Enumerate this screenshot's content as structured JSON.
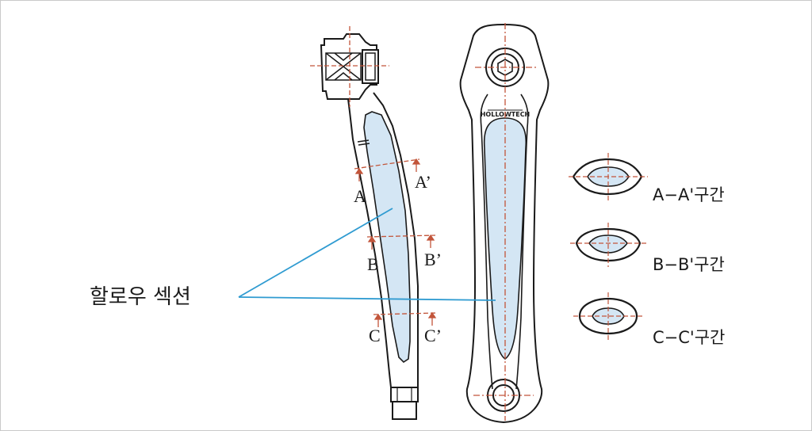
{
  "callout": {
    "label": "할로우 섹션",
    "line_color": "#2f9bd1"
  },
  "side_view": {
    "section_marks": [
      {
        "left": "A",
        "right": "A’"
      },
      {
        "left": "B",
        "right": "B’"
      },
      {
        "left": "C",
        "right": "C’"
      }
    ]
  },
  "front_view": {
    "logo_text": "HOLLOWTECH"
  },
  "sections": [
    {
      "label": "A−A'구간"
    },
    {
      "label": "B−B'구간"
    },
    {
      "label": "C−C'구간"
    }
  ],
  "colors": {
    "outline": "#1a1a1a",
    "hollow_fill": "#d4e6f4",
    "centerline": "#c2553a",
    "callout": "#2f9bd1"
  }
}
